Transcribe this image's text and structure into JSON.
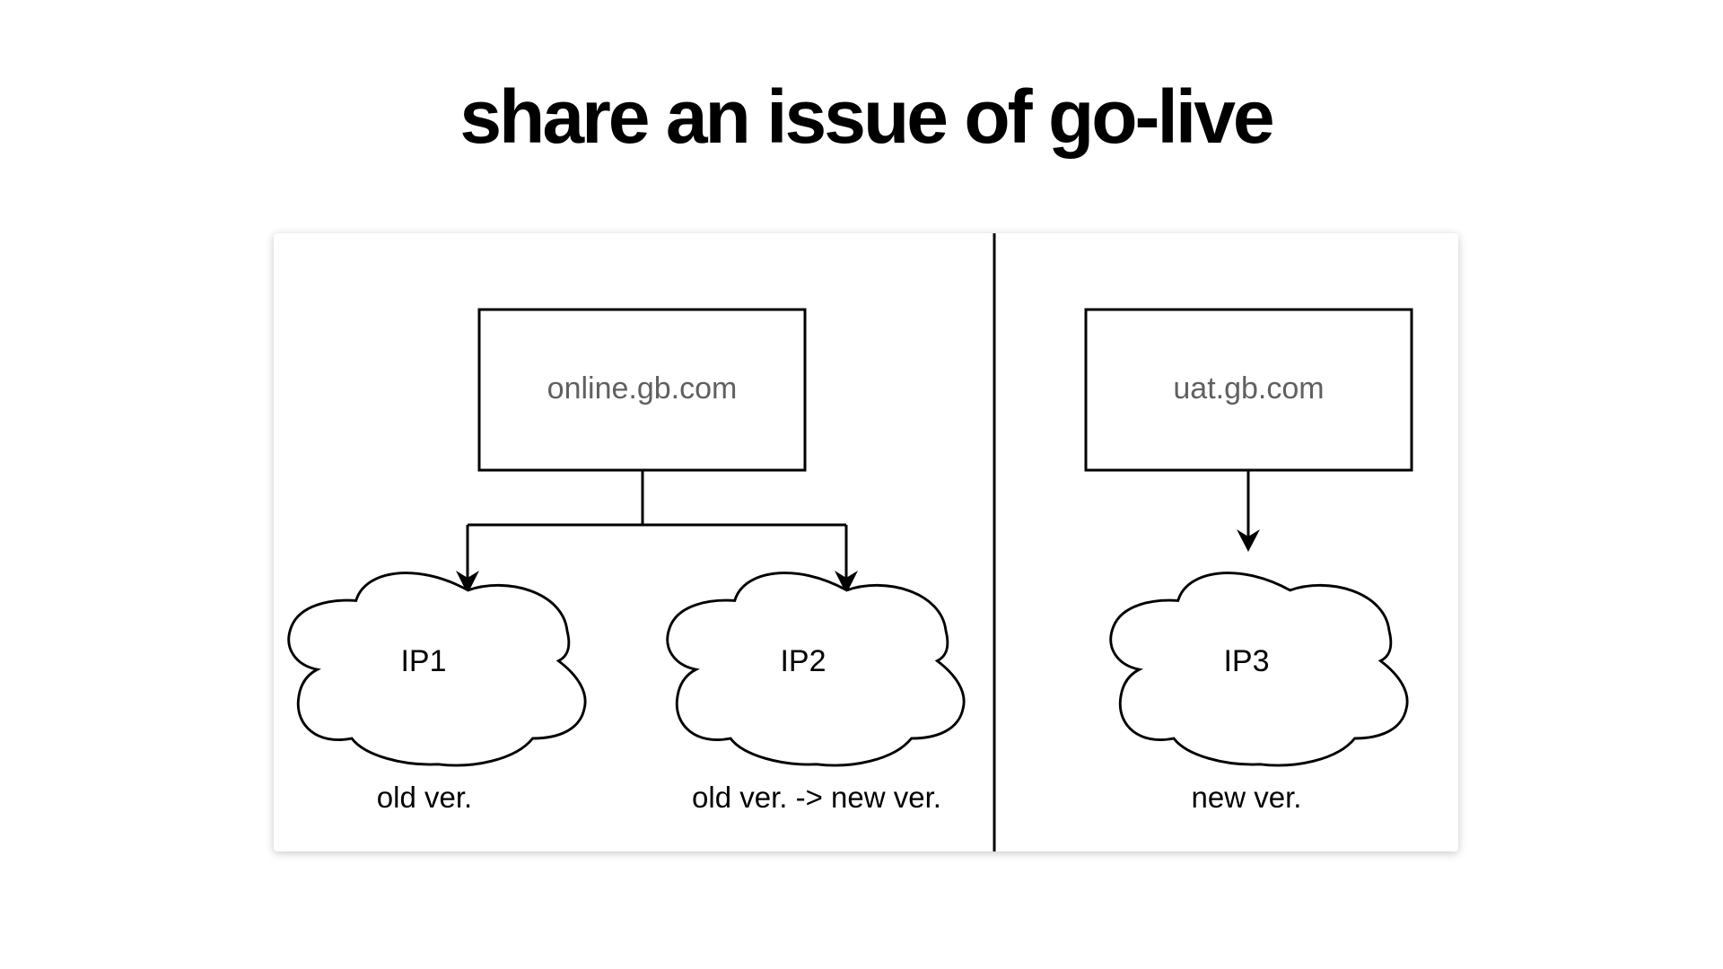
{
  "slide": {
    "title": "share an issue of go-live"
  },
  "diagram": {
    "left_panel": {
      "domain_box": {
        "label": "online.gb.com"
      },
      "clouds": [
        {
          "label": "IP1",
          "caption": "old ver."
        },
        {
          "label": "IP2",
          "caption": "old ver. -> new ver."
        }
      ]
    },
    "right_panel": {
      "domain_box": {
        "label": "uat.gb.com"
      },
      "clouds": [
        {
          "label": "IP3",
          "caption": "new ver."
        }
      ]
    },
    "colors": {
      "stroke": "#000000",
      "box_text": "#606060",
      "background": "#ffffff"
    }
  }
}
